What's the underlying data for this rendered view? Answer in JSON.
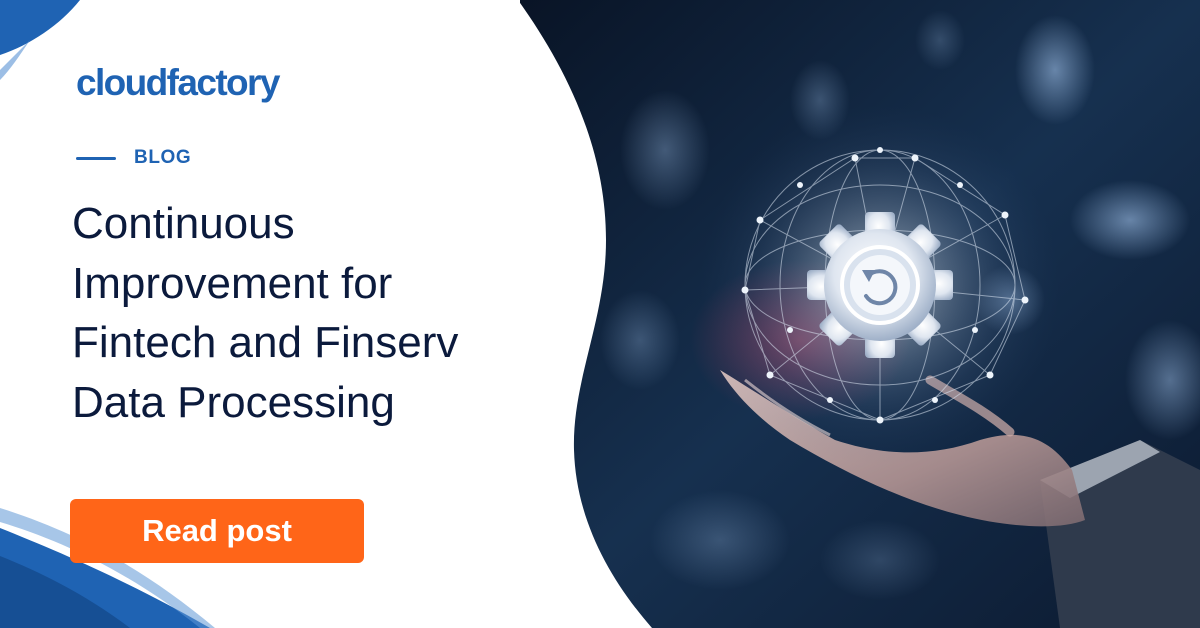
{
  "brand": {
    "logo_text": "cloudfactory"
  },
  "category": {
    "label": "BLOG"
  },
  "headline": {
    "lines": [
      "Continuous",
      "Improvement for",
      "Fintech and Finserv",
      "Data Processing"
    ]
  },
  "cta": {
    "label": "Read post"
  },
  "colors": {
    "brand_blue": "#1f63b3",
    "headline_text": "#0b1a3c",
    "cta_orange": "#ff6518",
    "background": "#ffffff",
    "photo_dark_blue": "#0f2038"
  },
  "image": {
    "icon": "gear-with-refresh-icon"
  }
}
